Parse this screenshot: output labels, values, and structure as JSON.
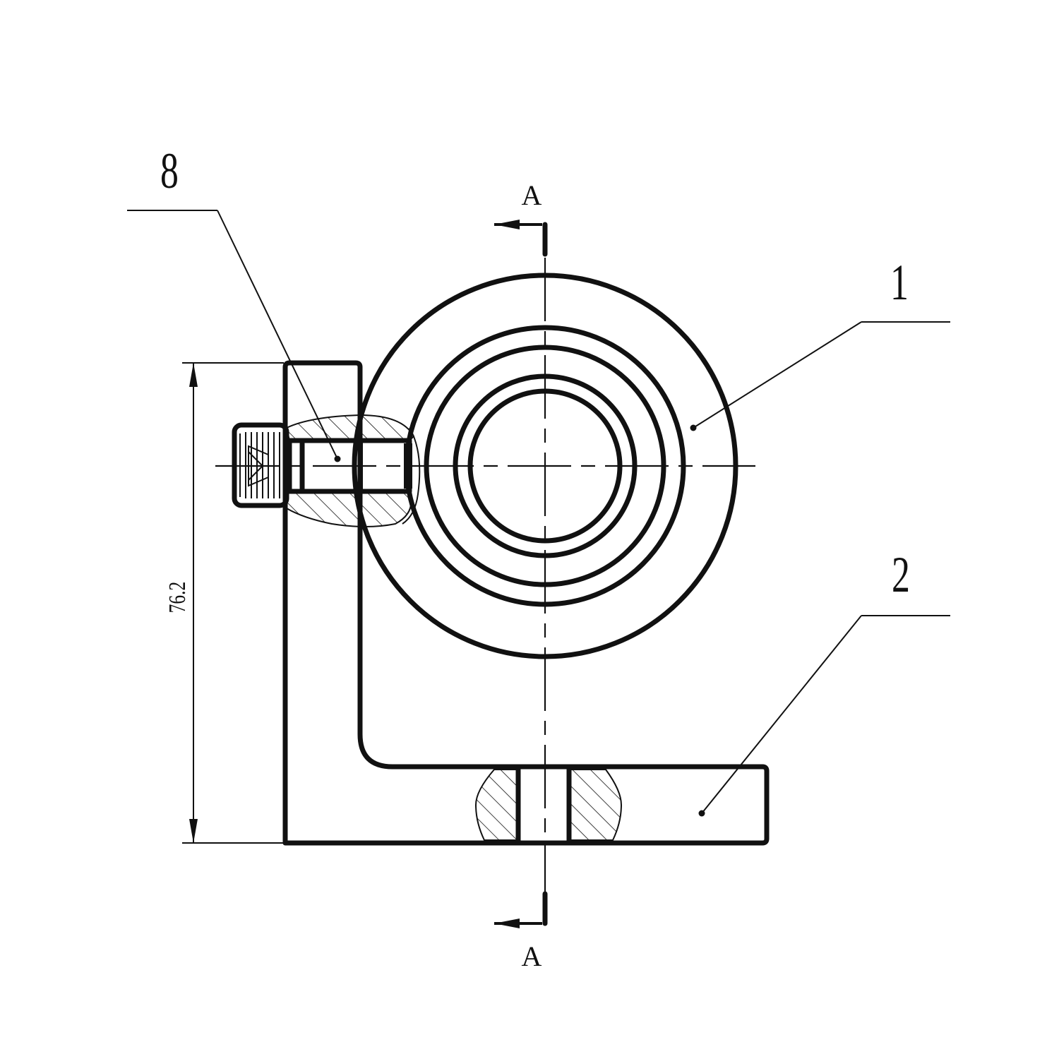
{
  "drawing": {
    "part_labels": {
      "part_1": "1",
      "part_2": "2",
      "part_8": "8"
    },
    "section": {
      "top_label": "A",
      "bottom_label": "A"
    },
    "dimension": {
      "height_value": "76.2"
    }
  }
}
